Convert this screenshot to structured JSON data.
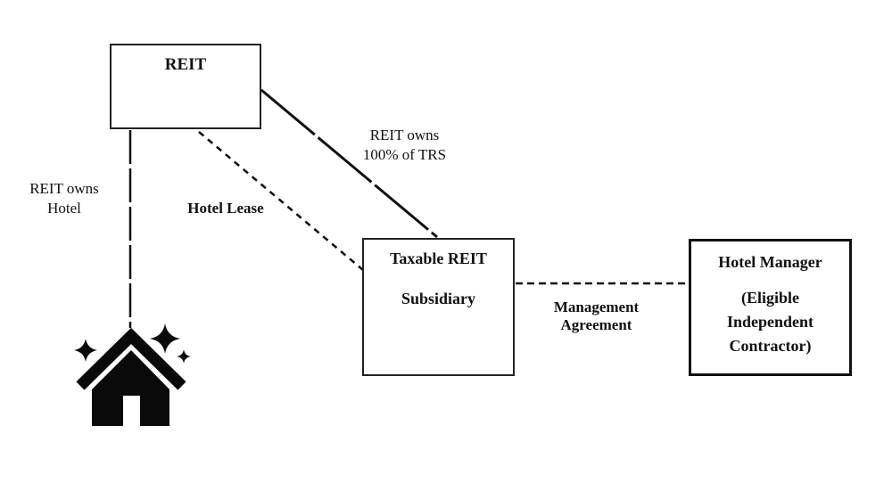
{
  "diagram": {
    "background": "#ffffff",
    "ink_color": "#111111",
    "nodes": {
      "reit": {
        "label": "REIT"
      },
      "trs": {
        "lines": [
          "Taxable REIT",
          "Subsidiary"
        ]
      },
      "hotel_manager": {
        "title": "Hotel Manager",
        "subtitle_lines": [
          "(Eligible",
          "Independent",
          "Contractor)"
        ]
      },
      "hotel": {
        "icon": "house-with-sparkles"
      }
    },
    "edges": {
      "reit_owns_hotel": {
        "from": "reit",
        "to": "hotel",
        "style": "long-dash",
        "lines": [
          "REIT owns",
          "Hotel"
        ]
      },
      "reit_owns_trs": {
        "from": "reit",
        "to": "trs",
        "style": "solid",
        "lines": [
          "REIT owns",
          "100% of TRS"
        ]
      },
      "hotel_lease": {
        "from": "reit",
        "to": "trs",
        "style": "dashed",
        "lines": [
          "Hotel Lease"
        ]
      },
      "management_agreement": {
        "from": "trs",
        "to": "hotel_manager",
        "style": "dashed",
        "lines": [
          "Management",
          "Agreement"
        ]
      }
    }
  }
}
